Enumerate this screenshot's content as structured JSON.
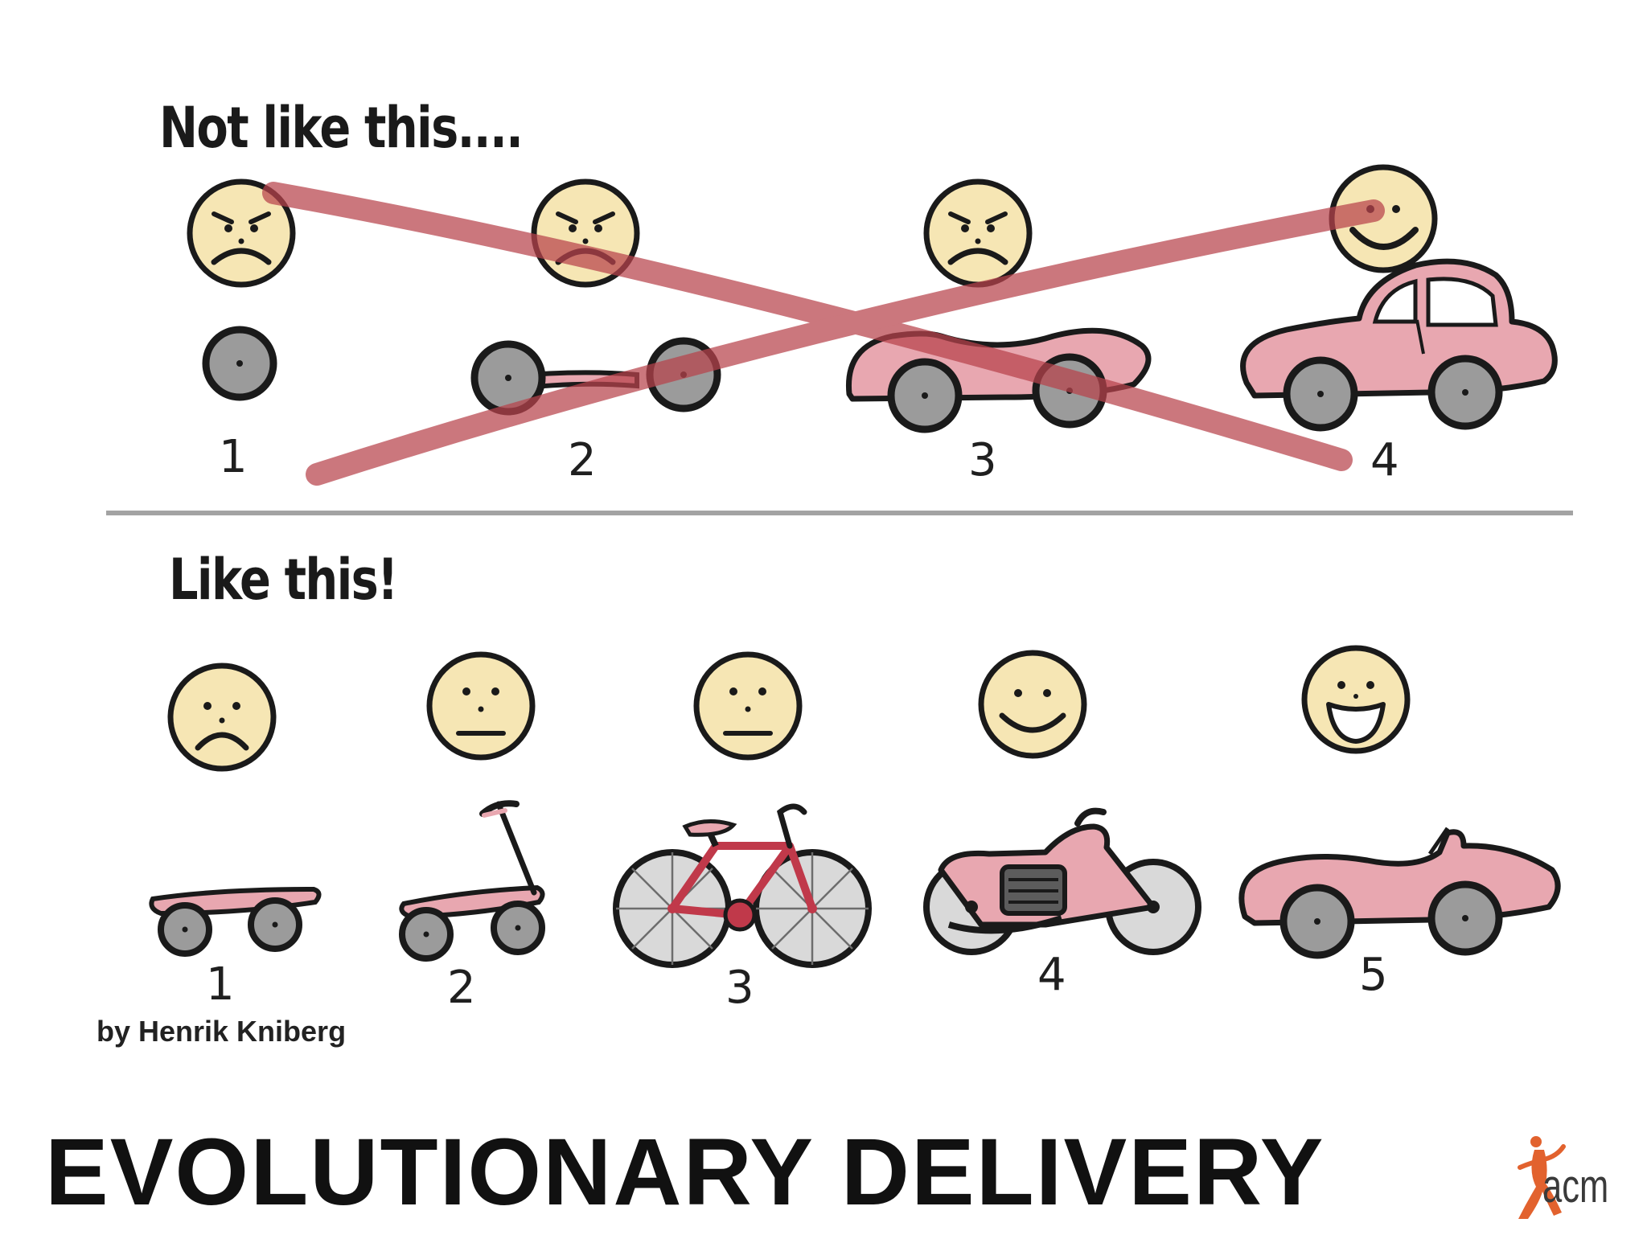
{
  "heading_wrong": "Not like this....",
  "heading_right": "Like this!",
  "wrong_numbers": [
    "1",
    "2",
    "3",
    "4"
  ],
  "right_numbers": [
    "1",
    "2",
    "3",
    "4",
    "5"
  ],
  "author": "by Henrik Kniberg",
  "title": "EVOLUTIONARY DELIVERY",
  "logo": "acm",
  "colors": {
    "face": "#f6e6b4",
    "car_pink": "#e8a7b0",
    "wheel_gray": "#9b9b9b",
    "cross_red": "#b8434c",
    "divider": "#a3a3a3",
    "ink": "#1a1a1a"
  }
}
